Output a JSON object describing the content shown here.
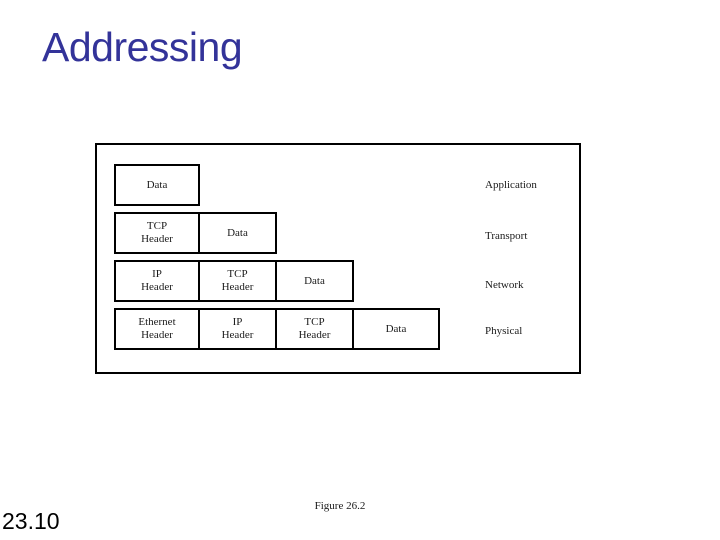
{
  "slide": {
    "title": "Addressing",
    "page_number": "23.10",
    "title_color": "#333399"
  },
  "figure": {
    "caption": "Figure 26.2",
    "border_color": "#000000",
    "layer_labels": [
      "Application",
      "Transport",
      "Network",
      "Physical"
    ],
    "rows": [
      {
        "layer": "Application",
        "cells": [
          "Data"
        ]
      },
      {
        "layer": "Transport",
        "cells": [
          "TCP\nHeader",
          "Data"
        ]
      },
      {
        "layer": "Network",
        "cells": [
          "IP\nHeader",
          "TCP\nHeader",
          "Data"
        ]
      },
      {
        "layer": "Physical",
        "cells": [
          "Ethernet\nHeader",
          "IP\nHeader",
          "TCP\nHeader",
          "Data"
        ]
      }
    ],
    "cells_flat": {
      "r0c0": "Data",
      "r1c0_line1": "TCP",
      "r1c0_line2": "Header",
      "r1c1": "Data",
      "r2c0_line1": "IP",
      "r2c0_line2": "Header",
      "r2c1_line1": "TCP",
      "r2c1_line2": "Header",
      "r2c2": "Data",
      "r3c0_line1": "Ethernet",
      "r3c0_line2": "Header",
      "r3c1_line1": "IP",
      "r3c1_line2": "Header",
      "r3c2_line1": "TCP",
      "r3c2_line2": "Header",
      "r3c3": "Data"
    }
  }
}
